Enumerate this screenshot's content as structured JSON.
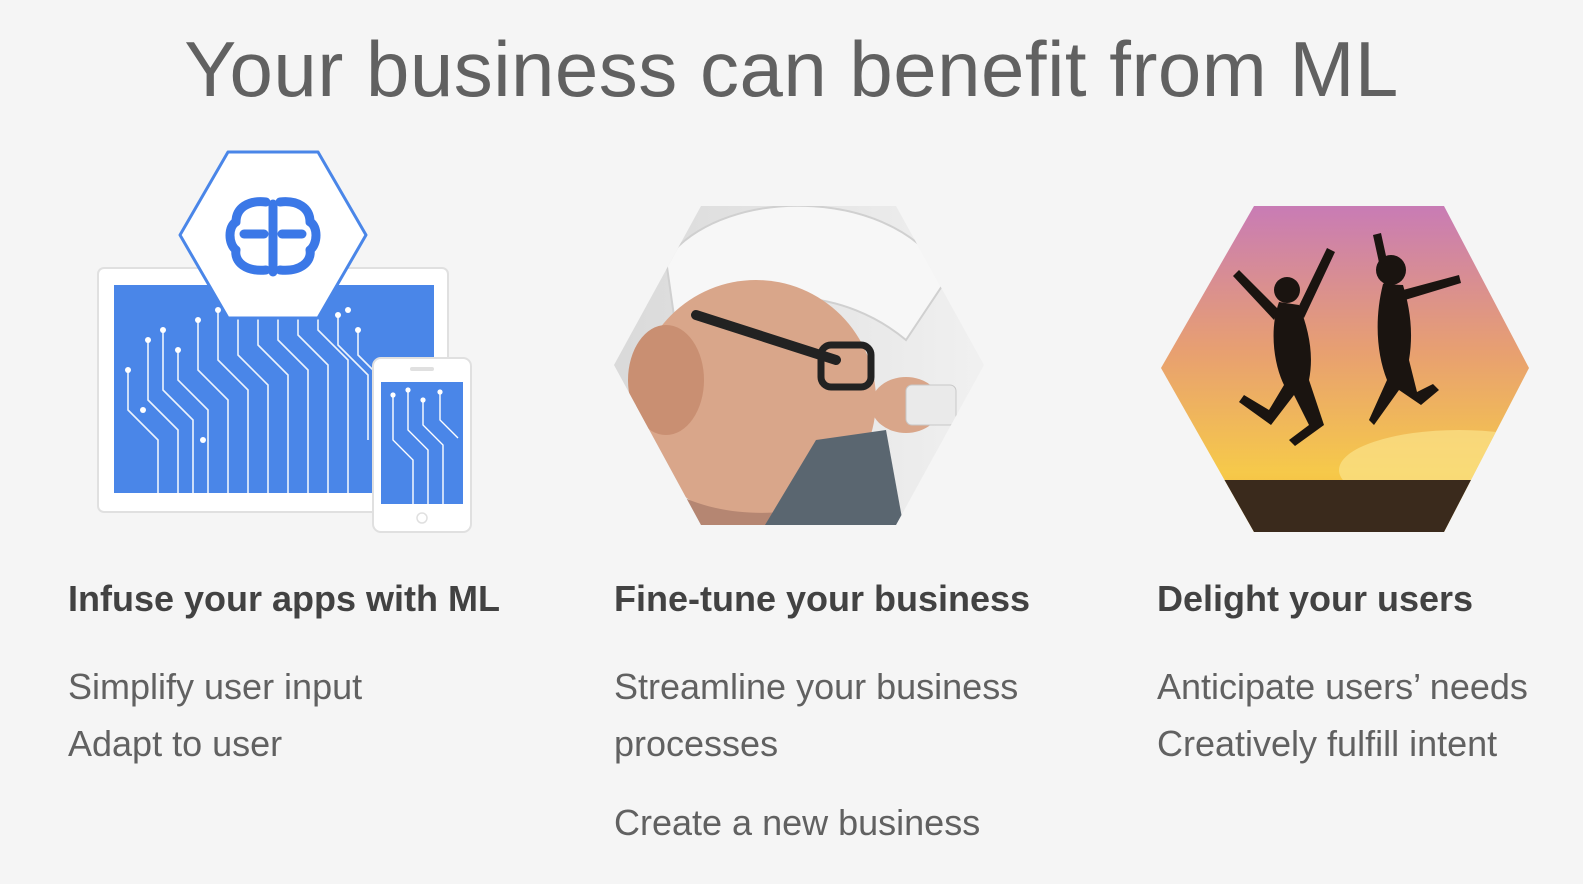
{
  "slide": {
    "title": "Your business can benefit from ML"
  },
  "columns": [
    {
      "heading": "Infuse your apps with ML",
      "items": [
        "Simplify user input",
        "Adapt to user"
      ]
    },
    {
      "heading": "Fine-tune your business",
      "items": [
        "Streamline your business",
        "processes",
        "Create a new business"
      ]
    },
    {
      "heading": "Delight your users",
      "items": [
        "Anticipate users’ needs",
        "Creatively fulfill intent"
      ]
    }
  ],
  "visuals": {
    "col1": "brain-hexagon-over-tablet-and-phone-circuit",
    "col2": "worker-in-hard-hat-photo-hexagon",
    "col3": "people-jumping-at-sunset-photo-hexagon"
  },
  "colors": {
    "background": "#f5f5f5",
    "title": "#616161",
    "heading": "#424242",
    "body": "#616161",
    "accent_blue": "#4a86e8"
  }
}
